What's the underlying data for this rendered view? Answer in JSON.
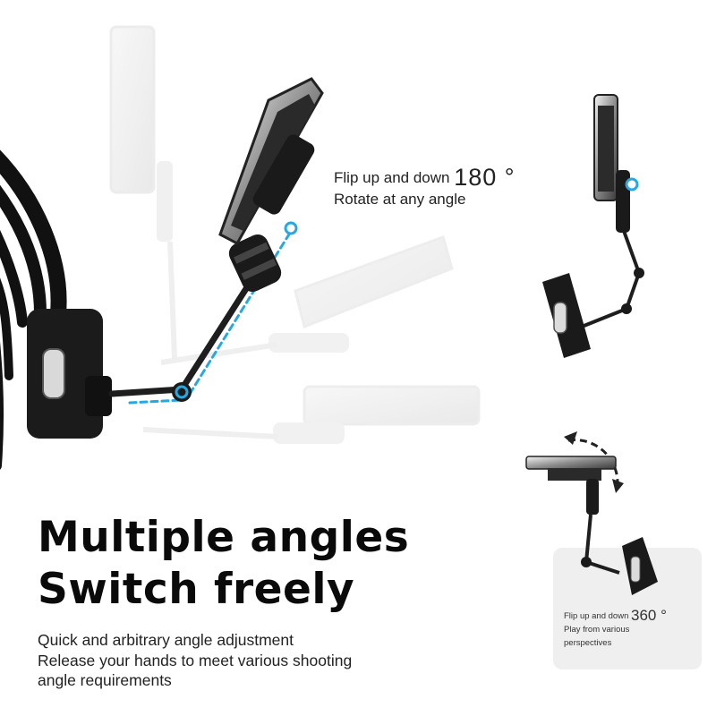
{
  "headline": {
    "line1": "Multiple angles",
    "line2": "Switch freely"
  },
  "description": {
    "line1": "Quick and arbitrary angle adjustment",
    "line2": "Release your hands to meet various shooting",
    "line3": "angle requirements"
  },
  "callout_flip180": {
    "text": "Flip up and down",
    "degrees": "180 °",
    "line2": "Rotate at any angle"
  },
  "callout_flip360": {
    "text": "Flip up and down",
    "degrees": "360 °",
    "line2": "Play from various",
    "line3": "perspectives"
  },
  "colors": {
    "joint_highlight": "#29a8e0",
    "mount": "#1a1a1a",
    "ghost": "#dcdcdc"
  },
  "icons": [
    "headrest-mount",
    "phone-holder",
    "rotation-arrow-icon"
  ]
}
